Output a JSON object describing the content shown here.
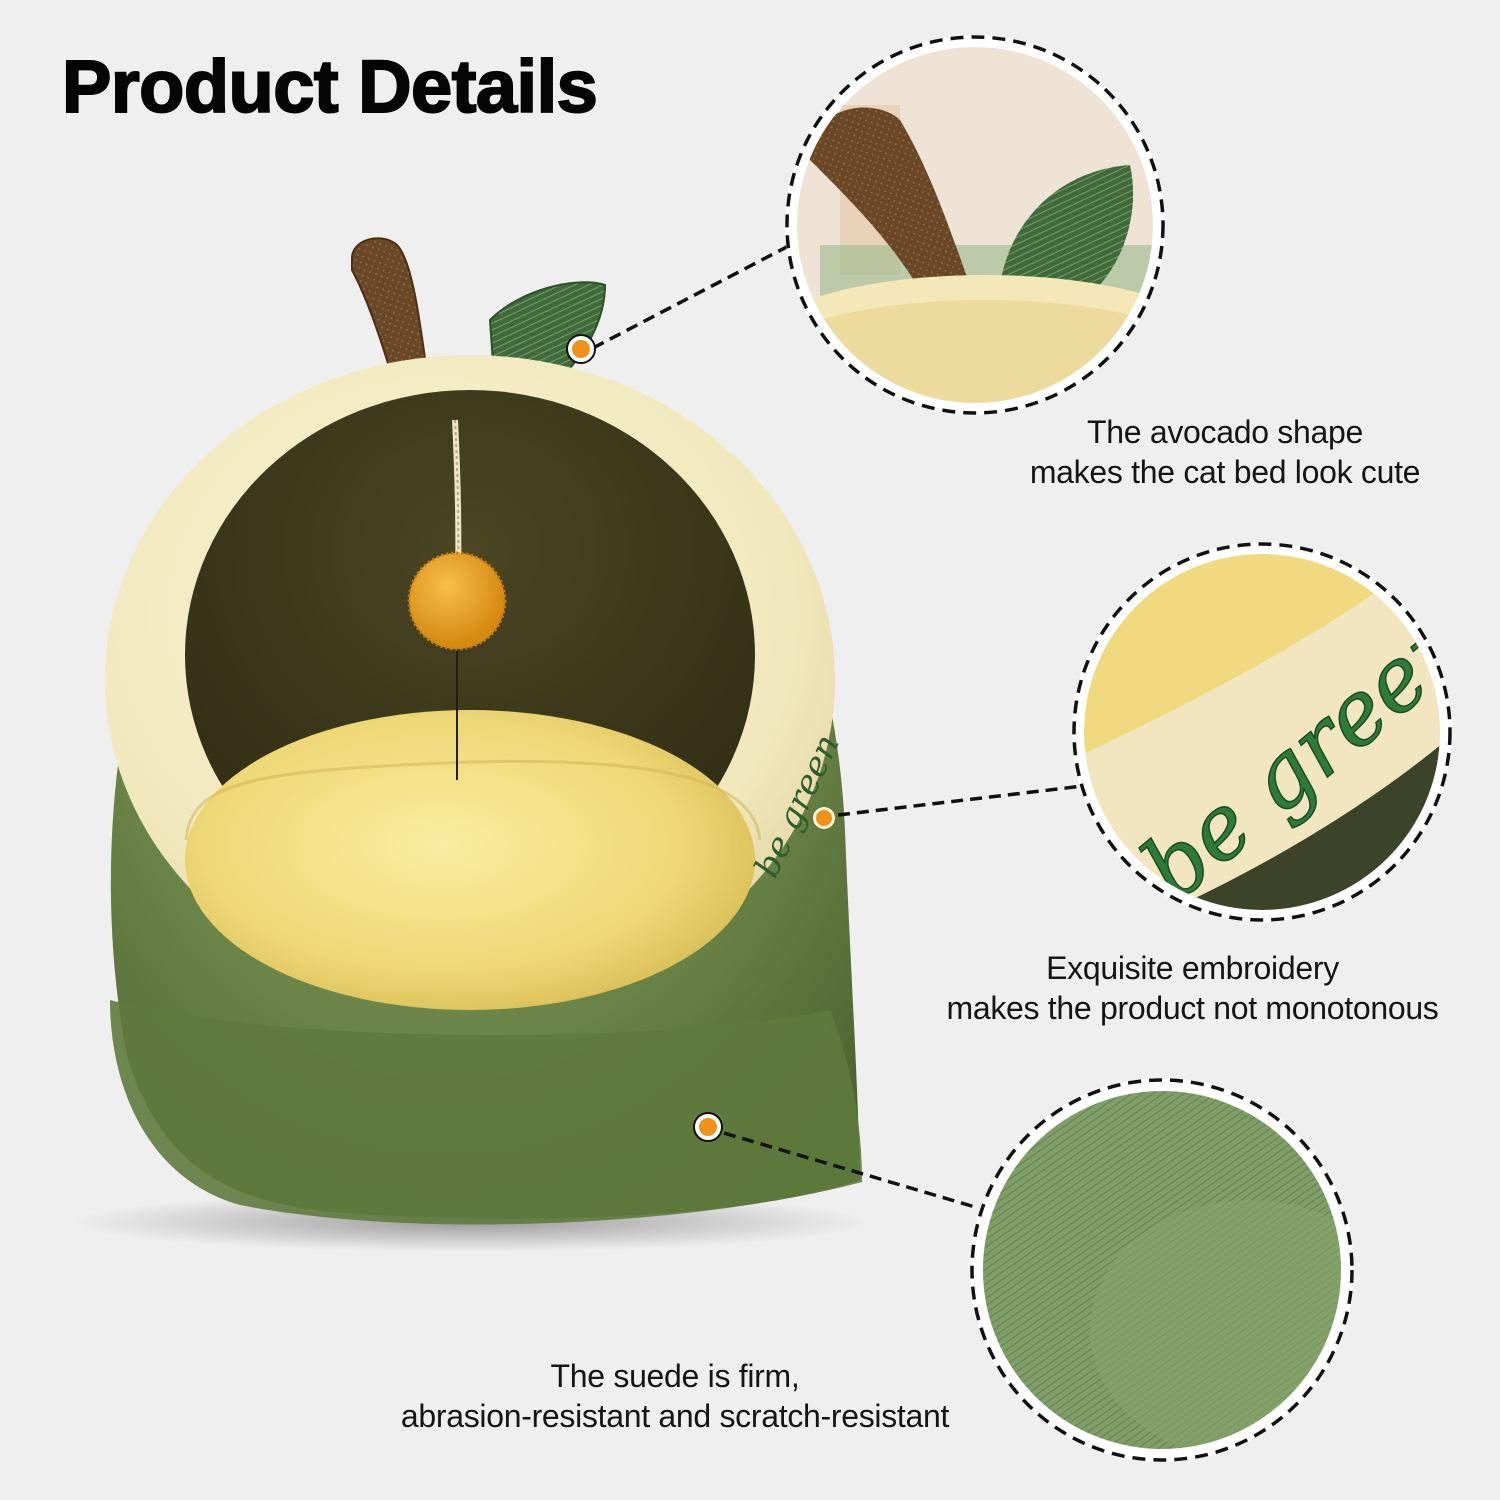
{
  "page": {
    "title": "Product Details"
  },
  "product": {
    "name": "avocado-cat-bed",
    "embroidery_text": "be green"
  },
  "callouts": [
    {
      "id": "stem-leaf",
      "line1": "The avocado shape",
      "line2": "makes the cat bed look cute"
    },
    {
      "id": "embroidery",
      "line1": "Exquisite embroidery",
      "line2": "makes the product not monotonous"
    },
    {
      "id": "suede",
      "line1": "The suede is firm,",
      "line2": "abrasion-resistant and scratch-resistant"
    }
  ],
  "colors": {
    "background": "#f0eff0",
    "outer_green": "#6f8a4c",
    "dark_green": "#4f6a34",
    "rim_cream": "#f3ecc4",
    "cushion_yellow": "#f0dd7e",
    "interior_dark": "#3d3a1d",
    "stem_brown": "#6b4322",
    "pompom_orange": "#e8a21f",
    "marker_orange": "#f0921a",
    "text": "#151515"
  }
}
